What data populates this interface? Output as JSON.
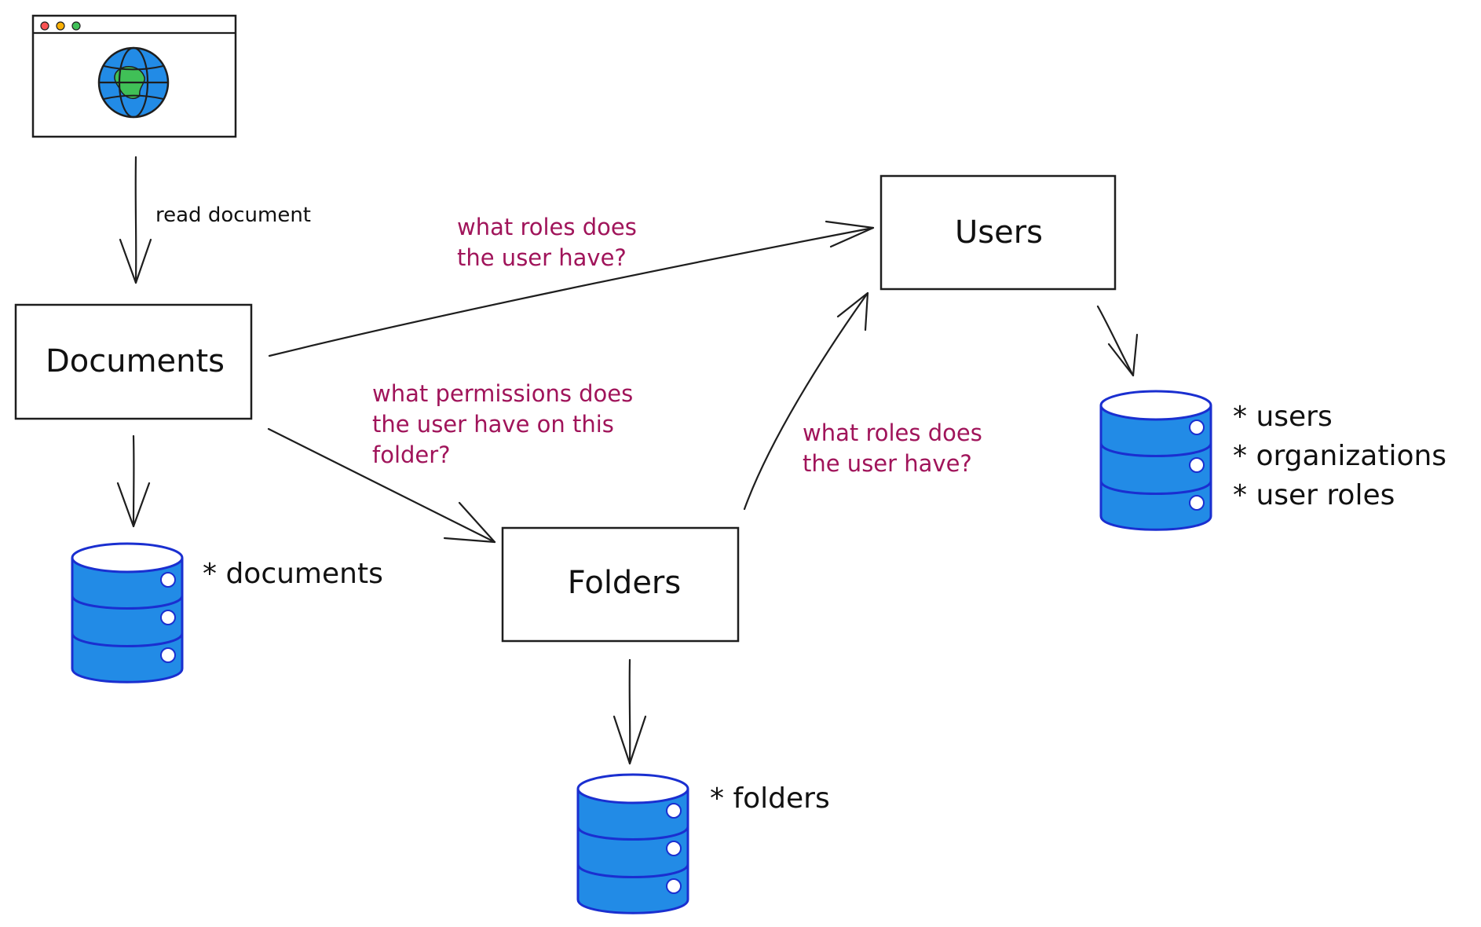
{
  "colors": {
    "ink": "#1e1e1e",
    "question": "#a0145a",
    "db_fill": "#228be6",
    "db_stroke": "#1a2fd0",
    "globe_ocean": "#228be6",
    "globe_land": "#40c057",
    "dot_red": "#fa5252",
    "dot_yellow": "#fab005",
    "dot_green": "#40c057"
  },
  "icons": {
    "browser": "browser-window-icon",
    "globe": "globe-icon",
    "database": "database-icon"
  },
  "nodes": {
    "documents": "Documents",
    "users": "Users",
    "folders": "Folders"
  },
  "edges": {
    "browser_to_documents": "read document"
  },
  "questions": {
    "documents_to_users": [
      "what roles does",
      "the user have?"
    ],
    "documents_to_folders": [
      "what permissions does",
      "the user have on this",
      "folder?"
    ],
    "folders_to_users": [
      "what roles does",
      "the user have?"
    ]
  },
  "stores": {
    "documents": [
      "* documents"
    ],
    "users": [
      "* users",
      "* organizations",
      "* user roles"
    ],
    "folders": [
      "* folders"
    ]
  }
}
